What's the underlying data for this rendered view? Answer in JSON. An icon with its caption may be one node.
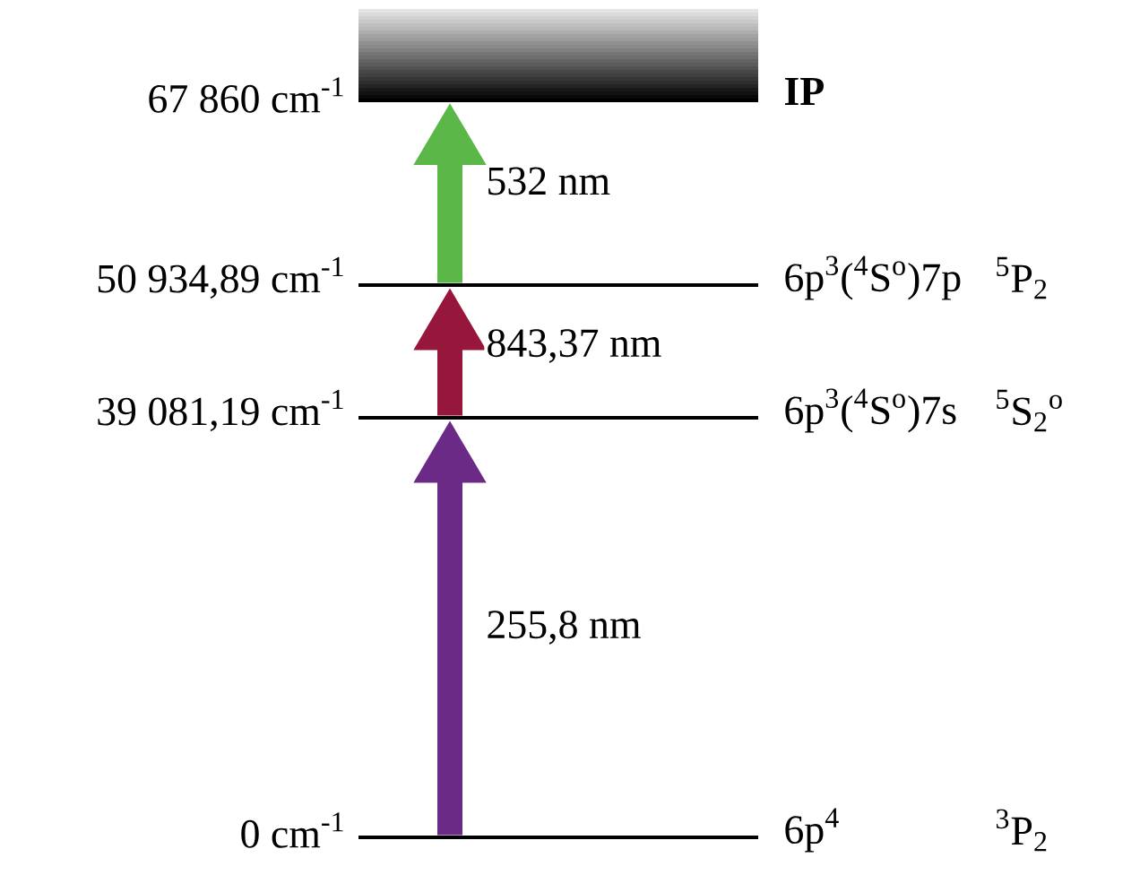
{
  "diagram": {
    "nodes": [
      {
        "text": [
          "IP"
        ],
        "beside": [
          "67 860 cm$^{-1}$"
        ]
      },
      {
        "text": [],
        "shape": "bar",
        "beside": [
          "50 934,89 cm$^{-1}$",
          "6p$^{3}$($^{4}$S$^{o}$)7p",
          "$^{5}$P$_{2}$"
        ]
      },
      {
        "text": [],
        "shape": "bar",
        "beside": [
          "39 081,19 cm$^{-1}$",
          "6p$^{3}$($^{4}$S$^{o}$)7s",
          "$^{5}$S$_{2}$$^{o}$"
        ]
      },
      {
        "text": [],
        "shape": "bar",
        "beside": [
          "0 cm$^{-1}$",
          "6p$^{4}$"
        ]
      }
    ],
    "labels": [
      "$^{3}$P$_{2}$"
    ],
    "edges": [
      {
        "from": 3,
        "to": 2,
        "arrow": "to",
        "label": "255,8 nm",
        "color": "#6a2a85"
      },
      {
        "from": 2,
        "to": 1,
        "arrow": "to",
        "label": "843,37 nm",
        "color": "#96173b"
      },
      {
        "from": 1,
        "to": 0,
        "arrow": "to",
        "label": "532 nm",
        "color": "#5bb848"
      }
    ]
  }
}
